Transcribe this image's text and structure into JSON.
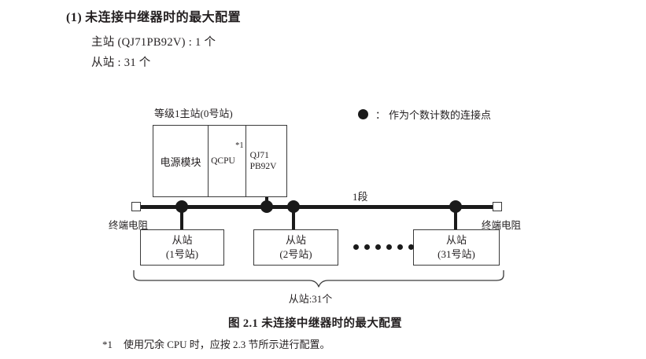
{
  "section": {
    "number": "(1)",
    "title": "未连接中继器时的最大配置",
    "spec_master": "主站 (QJ71PB92V) : 1 个",
    "spec_slave": "从站 : 31 个"
  },
  "legend": {
    "symbol": "filled-circle",
    "colon": "：",
    "text": "作为个数计数的连接点"
  },
  "diagram": {
    "master_label": "等级1主站(0号站)",
    "module": {
      "power": "电源模块",
      "cpu": "QCPU",
      "cpu_footnote": "*1",
      "network_line1": "QJ71",
      "network_line2": "PB92V"
    },
    "segment_label": "1段",
    "terminator_left": "终端电阻",
    "terminator_right": "终端电阻",
    "slaves": [
      {
        "name": "从站",
        "station": "(1号站)"
      },
      {
        "name": "从站",
        "station": "(2号站)"
      },
      {
        "name": "从站",
        "station": "(31号站)"
      }
    ],
    "ellipsis_count": 6,
    "brace_label": "从站:31个"
  },
  "caption": "图 2.1  未连接中继器时的最大配置",
  "footnote": {
    "mark": "*1",
    "text": "使用冗余 CPU 时，应按 2.3 节所示进行配置。"
  },
  "colors": {
    "ink": "#231f20",
    "line": "#3a3a3a",
    "solid": "#1a1a1a"
  }
}
